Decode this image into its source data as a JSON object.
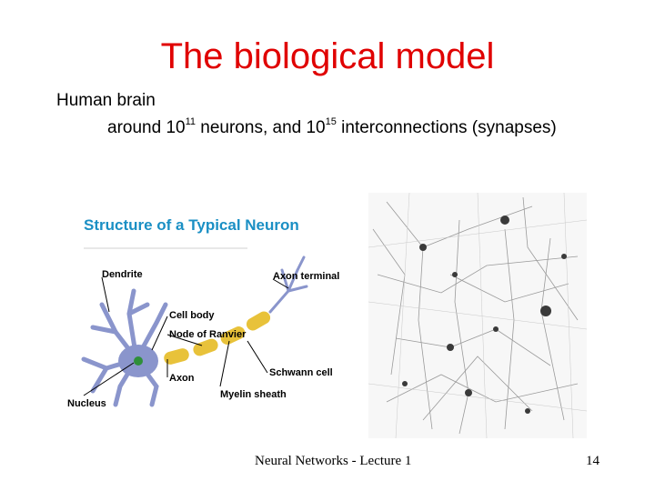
{
  "slide": {
    "title": "The biological model",
    "line1": "Human brain",
    "line2": {
      "pre": "around 10",
      "exp1": "11",
      "mid": " neurons, and 10",
      "exp2": "15",
      "post": " interconnections (synapses)"
    },
    "footer": "Neural Networks - Lecture 1",
    "page_number": "14"
  },
  "figure": {
    "heading": "Structure of a Typical Neuron",
    "labels": {
      "dendrite": "Dendrite",
      "axon_terminal": "Axon terminal",
      "cell_body": "Cell body",
      "node_of_ranvier": "Node of Ranvier",
      "axon": "Axon",
      "schwann_cell": "Schwann cell",
      "myelin_sheath": "Myelin sheath",
      "nucleus": "Nucleus"
    },
    "colors": {
      "heading": "#1a8fc4",
      "dendrite": "#8a95cc",
      "myelin": "#e8c23a",
      "nucleus": "#2f8f3a"
    }
  }
}
